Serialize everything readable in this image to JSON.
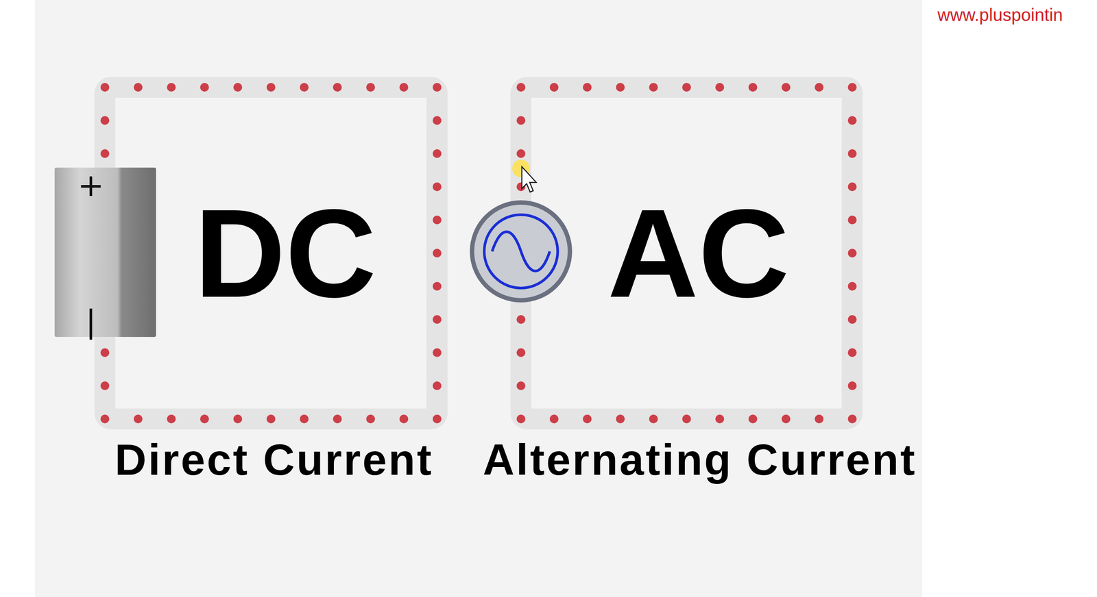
{
  "diagram": {
    "nodes": [
      {
        "text": [
          "+",
          "|"
        ]
      }
    ],
    "labels": [
      "DC",
      "AC",
      "Direct Current",
      "Alternating Current",
      "www.pluspointin"
    ]
  }
}
